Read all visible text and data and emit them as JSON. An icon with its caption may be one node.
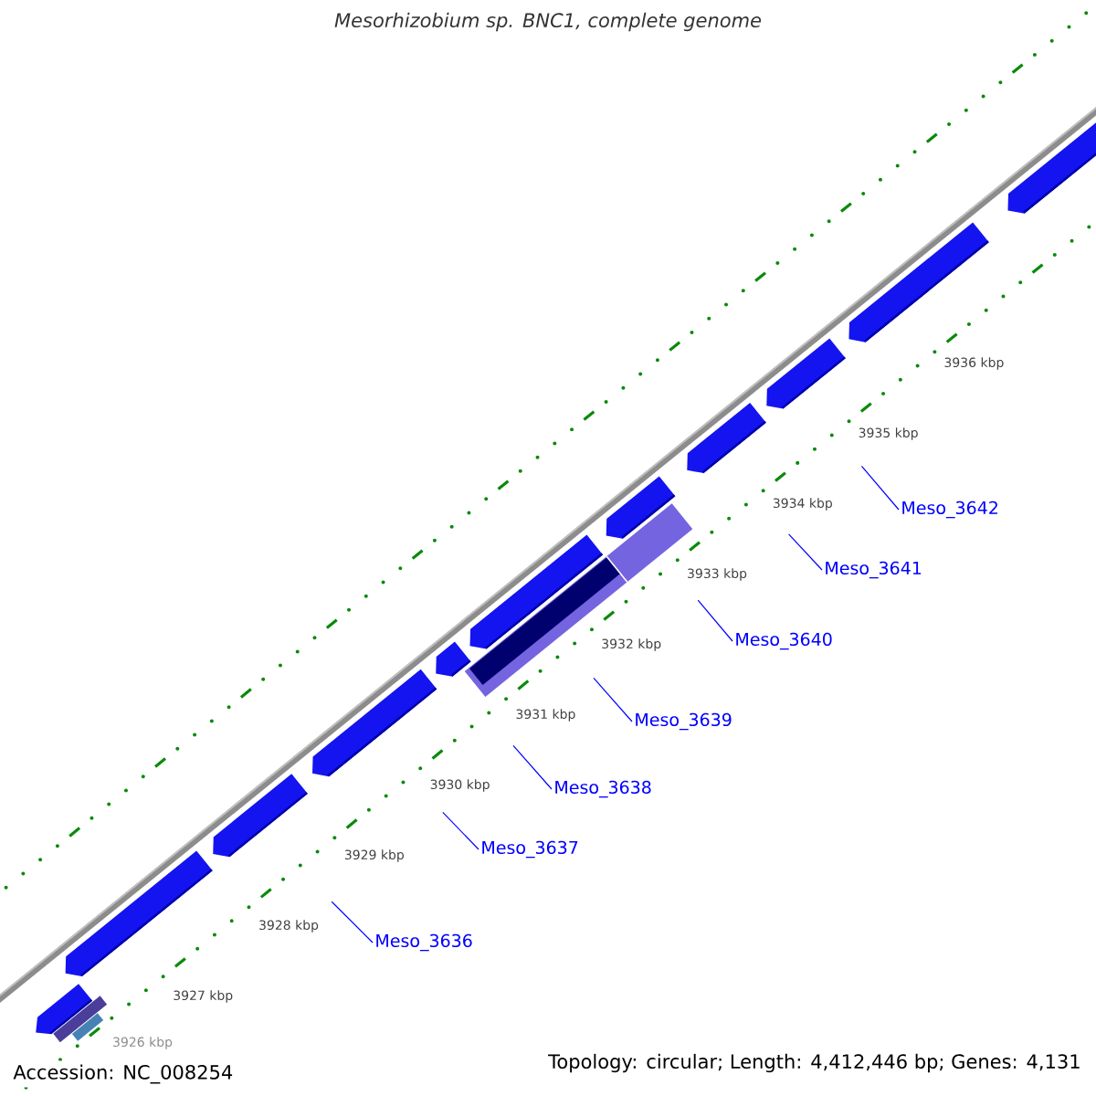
{
  "diagram": {
    "title": "Mesorhizobium sp. BNC1, complete genome",
    "nodes": [
      {
        "text": [
          "Meso_3636"
        ]
      },
      {
        "text": [
          "Meso_3637"
        ]
      },
      {
        "text": [
          "Meso_3638"
        ]
      },
      {
        "text": [
          "Meso_3639"
        ]
      },
      {
        "text": [
          "Meso_3640"
        ]
      },
      {
        "text": [
          "Meso_3641"
        ]
      },
      {
        "text": [
          "Meso_3642"
        ]
      }
    ],
    "edges": [
      {
        "from": 0,
        "to": null,
        "arrow": "none"
      },
      {
        "from": 1,
        "to": null,
        "arrow": "none"
      },
      {
        "from": 2,
        "to": null,
        "arrow": "none"
      },
      {
        "from": 3,
        "to": null,
        "arrow": "none"
      },
      {
        "from": 4,
        "to": null,
        "arrow": "none"
      },
      {
        "from": 5,
        "to": null,
        "arrow": "none"
      },
      {
        "from": 6,
        "to": null,
        "arrow": "none"
      }
    ],
    "labels": [
      "3926 kbp",
      "3927 kbp",
      "3928 kbp",
      "3929 kbp",
      "3930 kbp",
      "3931 kbp",
      "3932 kbp",
      "3933 kbp",
      "3934 kbp",
      "3935 kbp",
      "3936 kbp",
      "Accession: NC_008254",
      "Topology: circular; Length: 4,412,446 bp; Genes: 4,131"
    ]
  }
}
